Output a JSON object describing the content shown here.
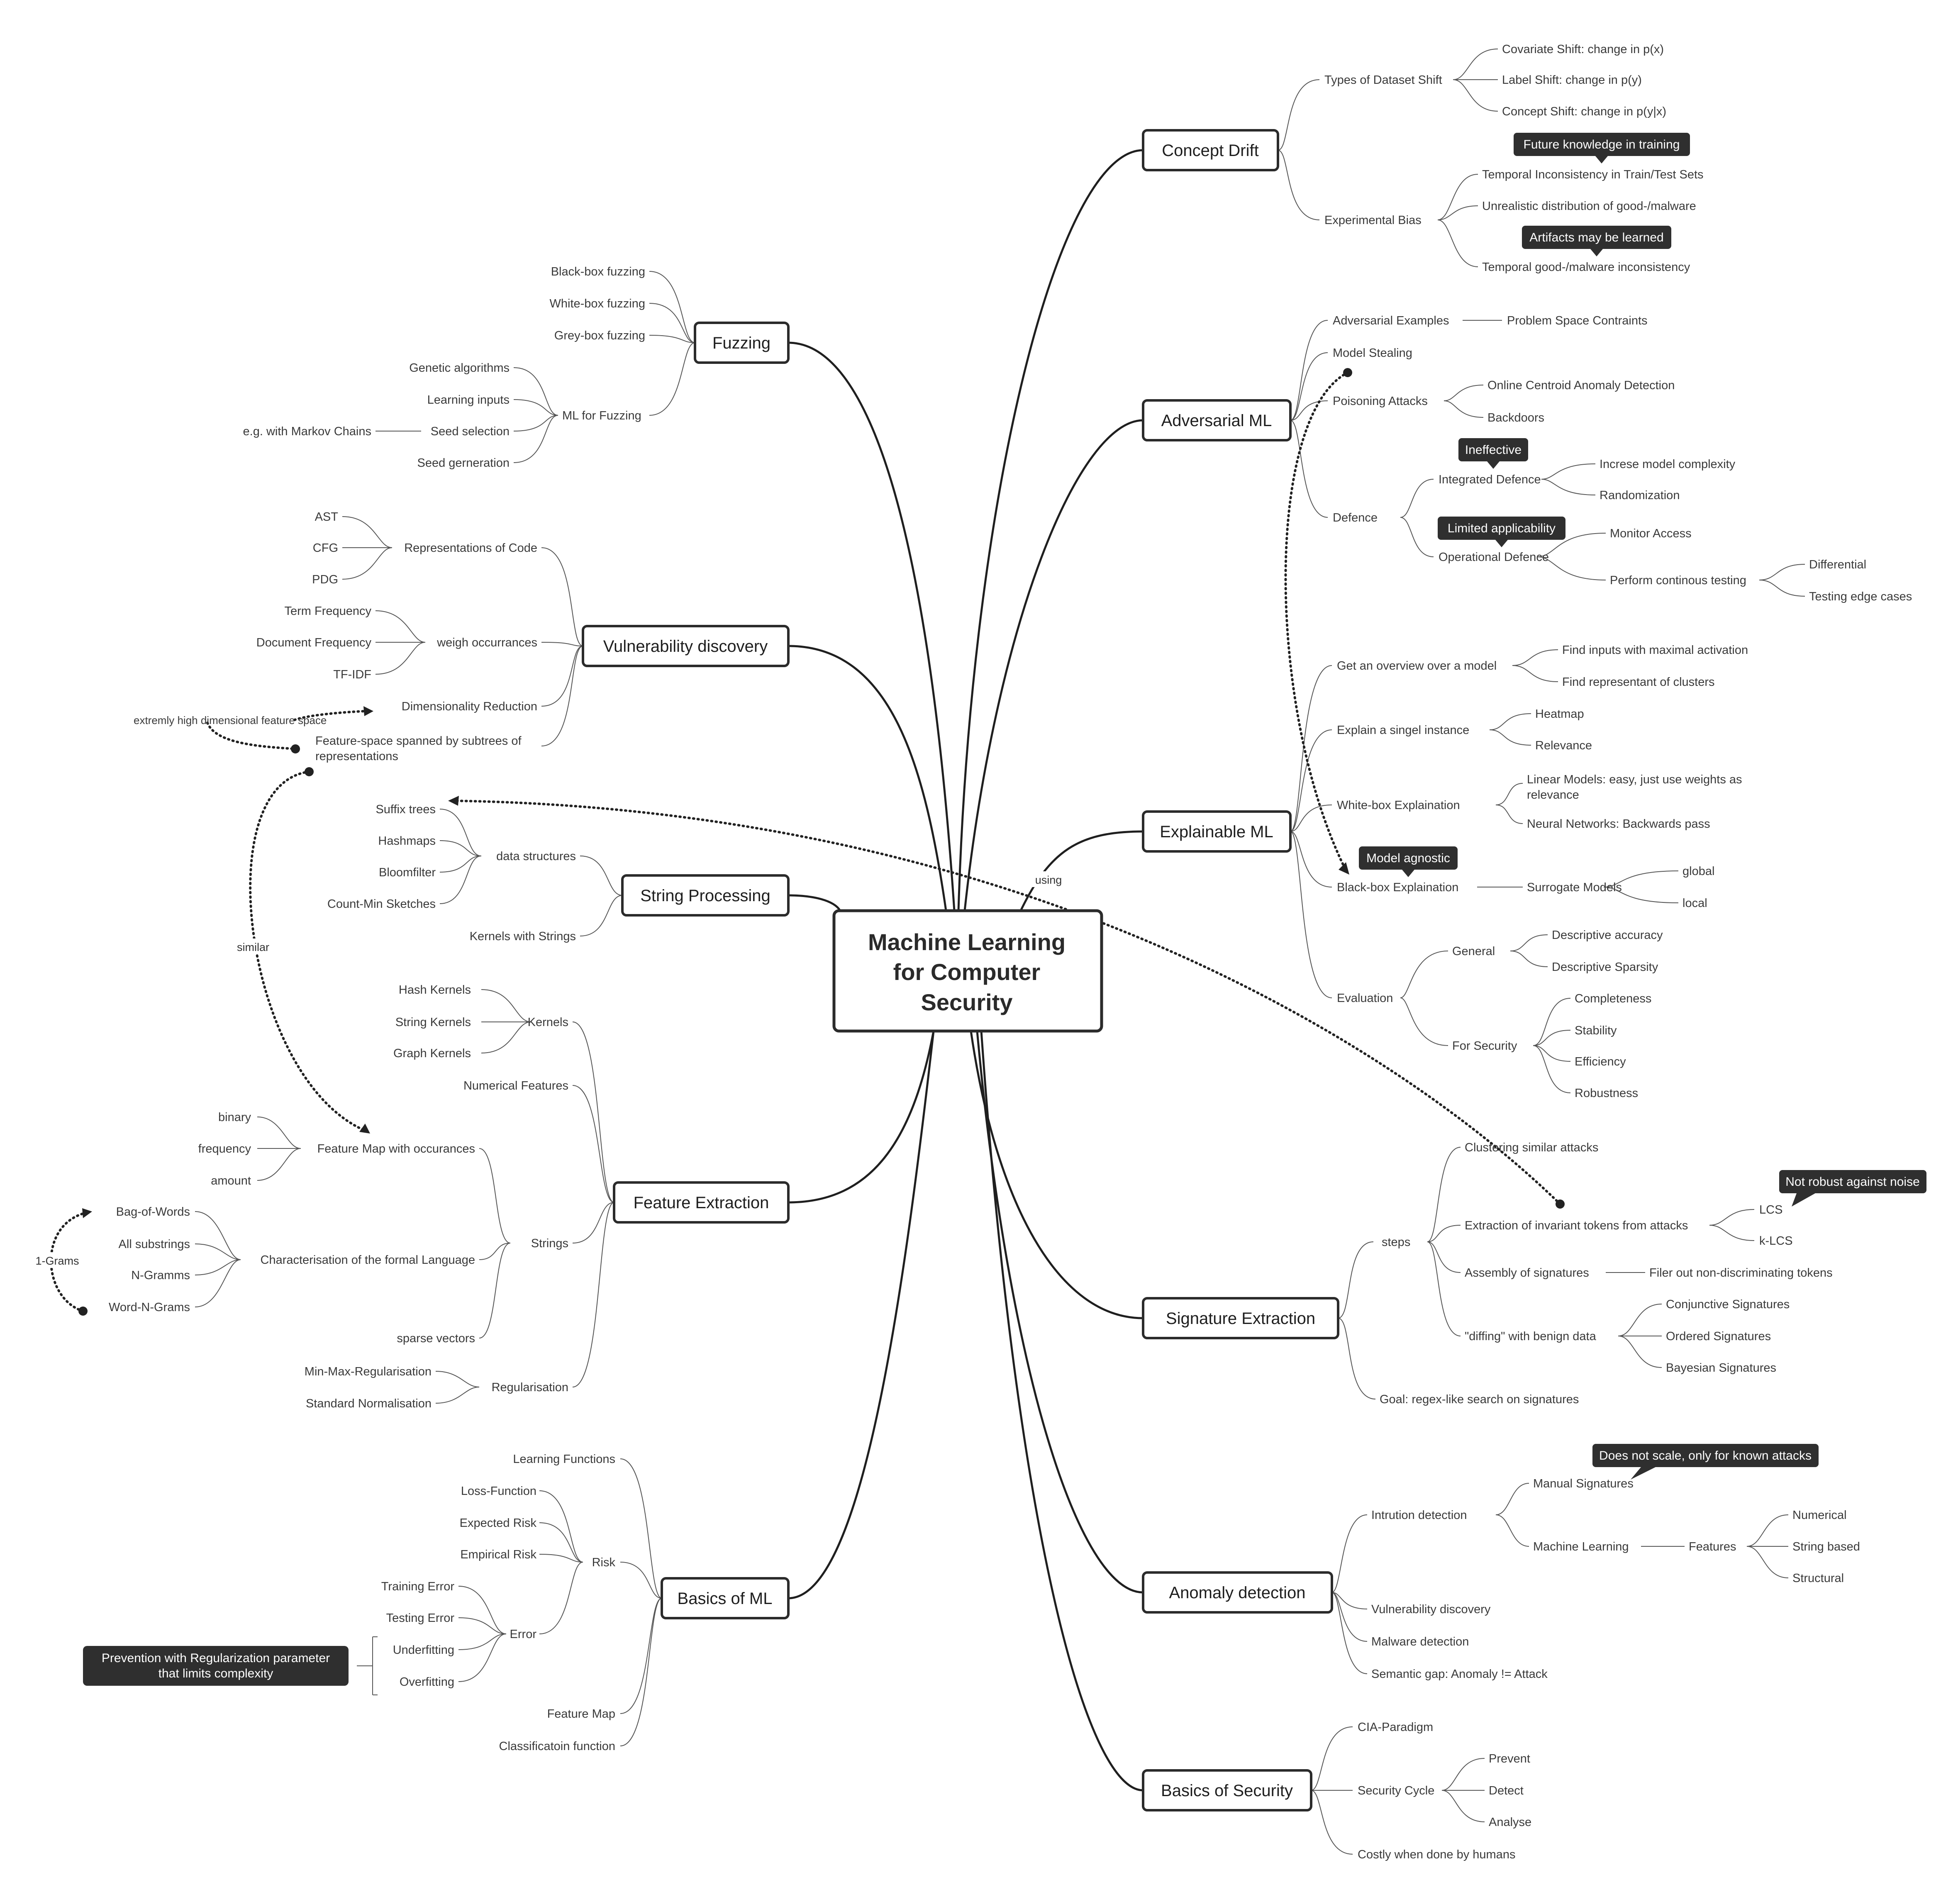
{
  "center": {
    "lines": [
      "Machine Learning",
      "for Computer",
      "Security"
    ]
  },
  "topics": {
    "concept_drift": "Concept Drift",
    "fuzzing": "Fuzzing",
    "adversarial_ml": "Adversarial ML",
    "vulnerability_discovery": "Vulnerability discovery",
    "explainable_ml": "Explainable ML",
    "string_processing": "String Processing",
    "feature_extraction": "Feature Extraction",
    "signature_extraction": "Signature Extraction",
    "basics_of_ml": "Basics of ML",
    "anomaly_detection": "Anomaly detection",
    "basics_of_security": "Basics of Security"
  },
  "concept_drift": {
    "types": "Types of Dataset Shift",
    "covariate": "Covariate Shift: change in p(x)",
    "label": "Label Shift: change in p(y)",
    "concept": "Concept Shift: change in p(y|x)",
    "bias": "Experimental Bias",
    "temporal_train_test": "Temporal Inconsistency in Train/Test Sets",
    "unrealistic": "Unrealistic distribution of good-/malware",
    "temporal_goodmal": "Temporal good-/malware inconsistency",
    "note_future": "Future knowledge in training",
    "note_artifacts": "Artifacts may be learned"
  },
  "fuzzing": {
    "blackbox": "Black-box fuzzing",
    "whitebox": "White-box fuzzing",
    "greybox": "Grey-box fuzzing",
    "ml": "ML for Fuzzing",
    "genetic": "Genetic algorithms",
    "learning_inputs": "Learning inputs",
    "seed_selection": "Seed selection",
    "seed_generation": "Seed gerneration",
    "markov": "e.g. with Markov Chains"
  },
  "adversarial": {
    "examples": "Adversarial Examples",
    "problem_space": "Problem Space Contraints",
    "stealing": "Model Stealing",
    "poisoning": "Poisoning Attacks",
    "centroid": "Online Centroid Anomaly Detection",
    "backdoors": "Backdoors",
    "defence": "Defence",
    "integrated": "Integrated Defence",
    "complexity": "Increse model complexity",
    "randomization": "Randomization",
    "operational": "Operational Defence",
    "monitor": "Monitor Access",
    "testing": "Perform continous testing",
    "differential": "Differential",
    "edge_cases": "Testing edge cases",
    "note_ineffective": "Ineffective",
    "note_limited": "Limited applicability"
  },
  "vuln": {
    "representations": "Representations of Code",
    "ast": "AST",
    "cfg": "CFG",
    "pdg": "PDG",
    "weigh": "weigh occurrances",
    "tf": "Term Frequency",
    "df": "Document Frequency",
    "tfidf": "TF-IDF",
    "dimred": "Dimensionality Reduction",
    "feature_space": [
      "Feature-space spanned by subtrees of",
      "representations"
    ],
    "high_dim": "extremly high dimensional feature space"
  },
  "explainable": {
    "overview": "Get an overview over a model",
    "max_activation": "Find inputs with maximal activation",
    "clusters": "Find representant of clusters",
    "single": "Explain a singel instance",
    "heatmap": "Heatmap",
    "relevance": "Relevance",
    "whitebox": "White-box Explaination",
    "linear": [
      "Linear Models: easy, just use weights as",
      "relevance"
    ],
    "neural": "Neural Networks: Backwards pass",
    "blackbox": "Black-box Explaination",
    "surrogate": "Surrogate Models",
    "global": "global",
    "local": "local",
    "evaluation": "Evaluation",
    "general": "General",
    "accuracy": "Descriptive accuracy",
    "sparsity": "Descriptive Sparsity",
    "security": "For Security",
    "completeness": "Completeness",
    "stability": "Stability",
    "efficiency": "Efficiency",
    "robustness": "Robustness",
    "note_agnostic": "Model agnostic"
  },
  "string_processing": {
    "data_structures": "data structures",
    "suffix": "Suffix trees",
    "hashmaps": "Hashmaps",
    "bloom": "Bloomfilter",
    "cms": "Count-Min Sketches",
    "kernels": "Kernels with Strings"
  },
  "feature_extraction": {
    "kernels": "Kernels",
    "hash": "Hash Kernels",
    "string": "String Kernels",
    "graph": "Graph Kernels",
    "numerical": "Numerical Features",
    "strings": "Strings",
    "feature_map": "Feature Map with occurances",
    "binary": "binary",
    "frequency": "frequency",
    "amount": "amount",
    "formal": "Characterisation of the formal Language",
    "bow": "Bag-of-Words",
    "substrings": "All substrings",
    "ngrams": "N-Gramms",
    "word_ngrams": "Word-N-Grams",
    "sparse": "sparse vectors",
    "regularisation": "Regularisation",
    "minmax": "Min-Max-Regularisation",
    "standard": "Standard Normalisation"
  },
  "signature": {
    "steps": "steps",
    "clustering": "Clustering similar attacks",
    "invariant": "Extraction of invariant tokens from attacks",
    "lcs": "LCS",
    "klcs": "k-LCS",
    "assembly": "Assembly of signatures",
    "filter": "Filer out non-discriminating tokens",
    "diffing": "\"diffing\" with benign data",
    "conjunctive": "Conjunctive Signatures",
    "ordered": "Ordered Signatures",
    "bayesian": "Bayesian Signatures",
    "goal": "Goal: regex-like search on signatures",
    "note_noise": "Not robust against noise"
  },
  "basics_ml": {
    "learning_functions": "Learning Functions",
    "risk": "Risk",
    "loss": "Loss-Function",
    "expected": "Expected Risk",
    "empirical": "Empirical Risk",
    "error": "Error",
    "training": "Training Error",
    "testing": "Testing Error",
    "underfitting": "Underfitting",
    "overfitting": "Overfitting",
    "feature_map": "Feature Map",
    "classification": "Classificatoin function",
    "note_prevention": [
      "Prevention with Regularization parameter",
      "that limits complexity"
    ]
  },
  "anomaly": {
    "intrusion": "Intrution detection",
    "manual": "Manual Signatures",
    "ml": "Machine Learning",
    "features": "Features",
    "numerical": "Numerical",
    "string": "String based",
    "structural": "Structural",
    "vuln": "Vulnerability discovery",
    "malware": "Malware detection",
    "gap": "Semantic gap: Anomaly != Attack",
    "note_scale": "Does not scale, only for known attacks"
  },
  "security": {
    "cia": "CIA-Paradigm",
    "cycle": "Security Cycle",
    "prevent": "Prevent",
    "detect": "Detect",
    "analyse": "Analyse",
    "costly": "Costly when done by humans"
  },
  "relations": {
    "using": "using",
    "similar": "similar",
    "one_grams": "1-Grams"
  }
}
